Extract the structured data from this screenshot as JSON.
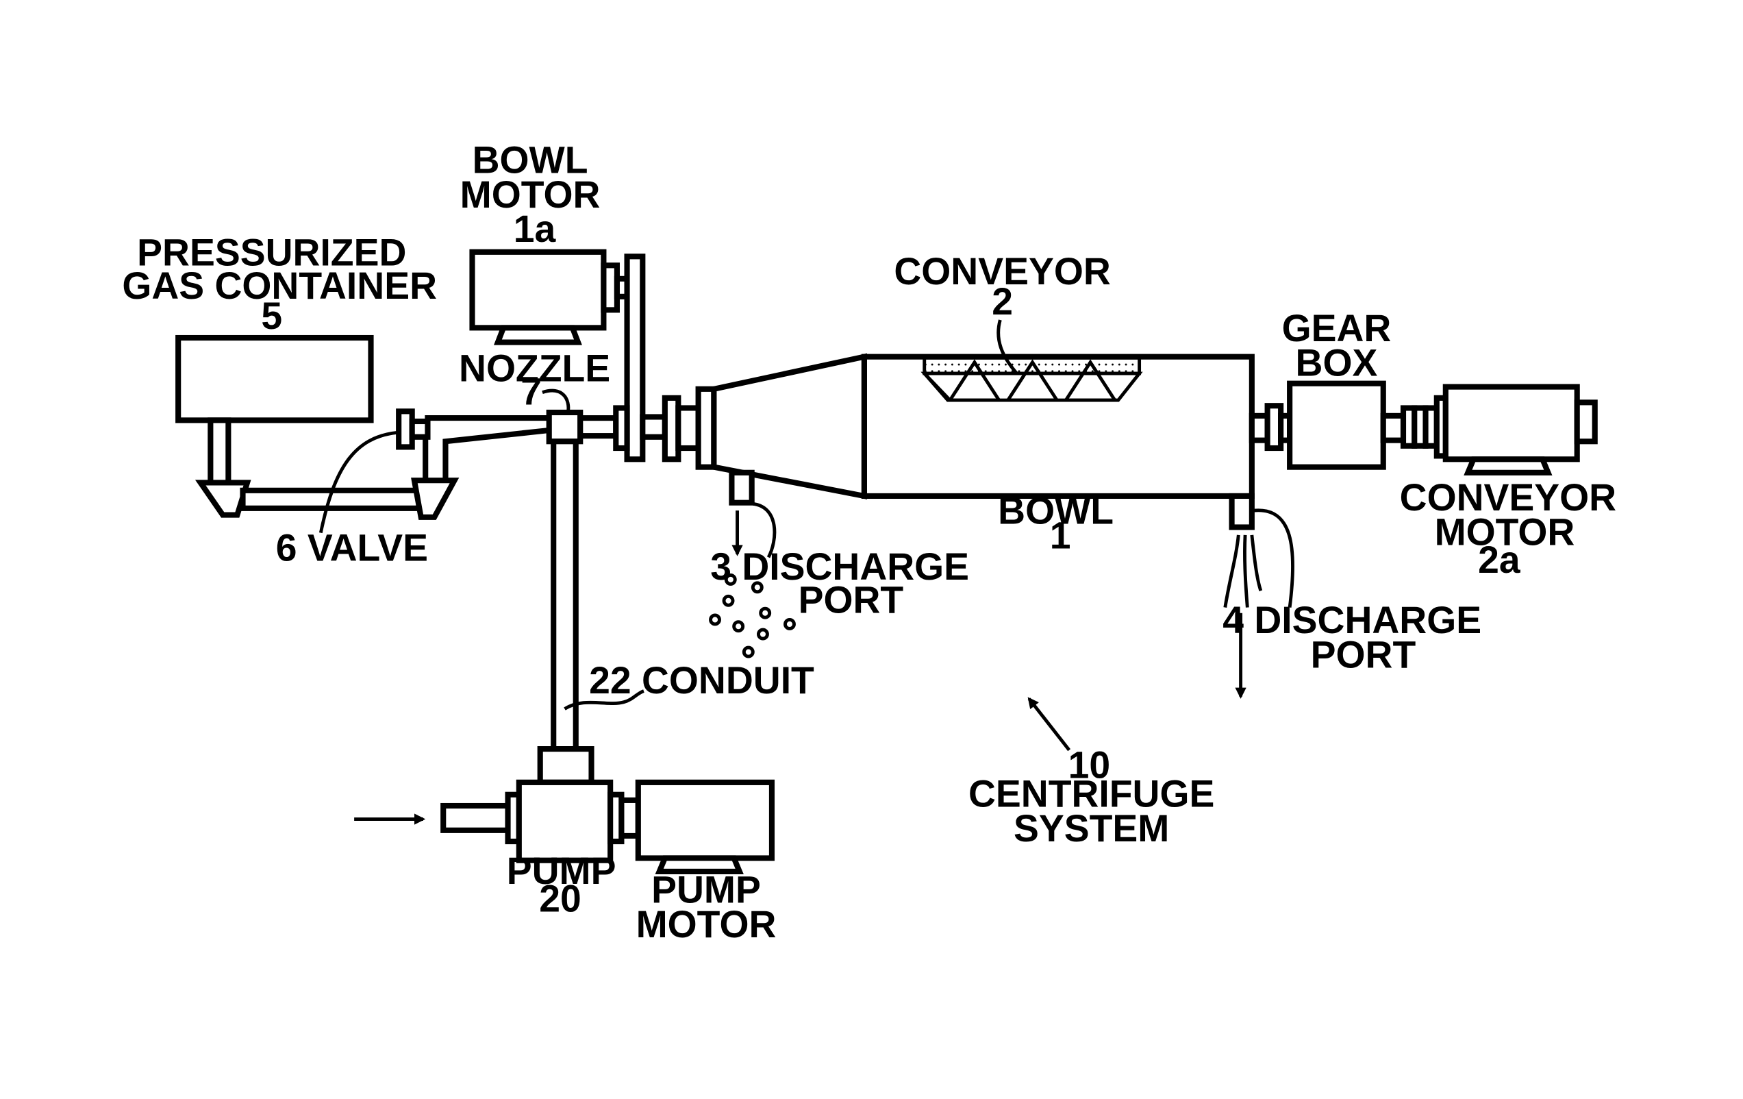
{
  "labels": {
    "pressurized_gas_container": [
      "PRESSURIZED",
      "GAS CONTAINER",
      "5"
    ],
    "bowl_motor": [
      "BOWL",
      "MOTOR",
      "1a"
    ],
    "nozzle": [
      "NOZZLE",
      "7"
    ],
    "valve": "6 VALVE",
    "conveyor": [
      "CONVEYOR",
      "2"
    ],
    "gear_box": [
      "GEAR",
      "BOX"
    ],
    "conveyor_motor": [
      "CONVEYOR",
      "MOTOR",
      "2a"
    ],
    "bowl": [
      "BOWL",
      "1"
    ],
    "discharge_port_3": [
      "3 DISCHARGE",
      "PORT"
    ],
    "discharge_port_4": [
      "4 DISCHARGE",
      "PORT"
    ],
    "conduit": "22 CONDUIT",
    "centrifuge_system": [
      "10",
      "CENTRIFUGE",
      "SYSTEM"
    ],
    "pump": [
      "PUMP",
      "20"
    ],
    "pump_motor": [
      "PUMP",
      "MOTOR"
    ]
  },
  "colors": {
    "ink": "#000000",
    "background": "#ffffff"
  }
}
